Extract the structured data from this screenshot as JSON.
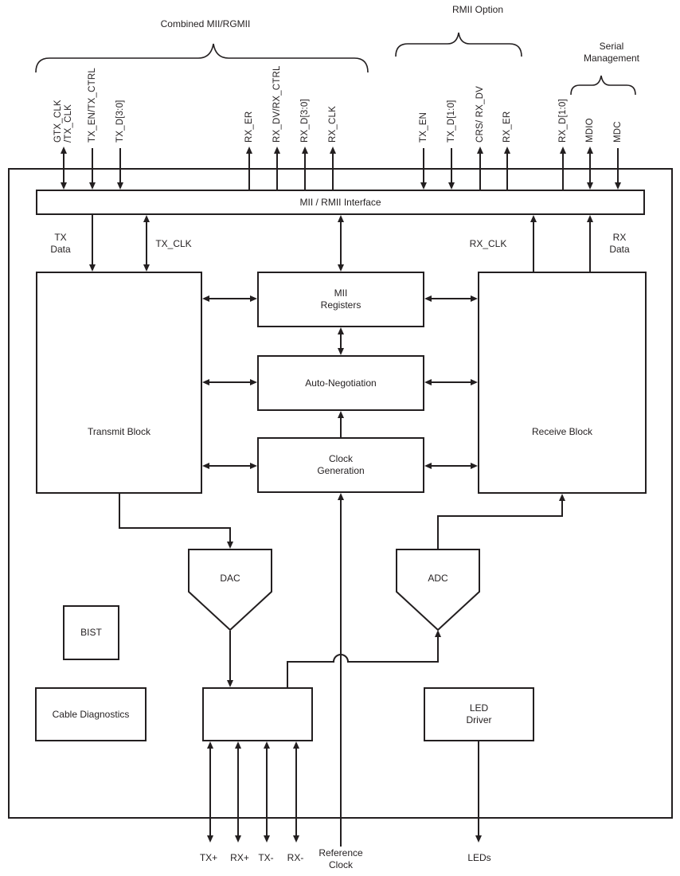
{
  "colors": {
    "ink": "#231f20",
    "background": "#ffffff"
  },
  "groups": {
    "combined_mii_rgmii": "Combined MII/RGMII",
    "rmii_option": "RMII Option",
    "serial_management": "Serial\nManagement"
  },
  "signals": [
    {
      "label": "GTX_CLK\n/TX_CLK",
      "direction": "bidirectional"
    },
    {
      "label": "TX_EN/TX_CTRL",
      "direction": "input"
    },
    {
      "label": "TX_D[3:0]",
      "direction": "input"
    },
    {
      "label": "RX_ER",
      "direction": "output"
    },
    {
      "label": "RX_DV/RX_CTRL",
      "direction": "output"
    },
    {
      "label": "RX_D[3:0]",
      "direction": "output"
    },
    {
      "label": "RX_CLK",
      "direction": "output"
    },
    {
      "label": "TX_EN",
      "direction": "input"
    },
    {
      "label": "TX_D[1:0]",
      "direction": "input"
    },
    {
      "label": "CRS/ RX_DV",
      "direction": "output"
    },
    {
      "label": "RX_ER",
      "direction": "output"
    },
    {
      "label": "RX_D[1:0]",
      "direction": "output"
    },
    {
      "label": "MDIO",
      "direction": "bidirectional"
    },
    {
      "label": "MDC",
      "direction": "input"
    }
  ],
  "blocks": {
    "interface": "MII / RMII Interface",
    "transmit": "Transmit Block",
    "receive": "Receive Block",
    "mii_registers": "MII\nRegisters",
    "auto_negotiation": "Auto-Negotiation",
    "clock_generation": "Clock\nGeneration",
    "dac": "DAC",
    "adc": "ADC",
    "bist": "BIST",
    "cable_diagnostics": "Cable Diagnostics",
    "led_driver": "LED\nDriver"
  },
  "bus_labels": {
    "tx_data": "TX\nData",
    "tx_clk": "TX_CLK",
    "rx_clk": "RX_CLK",
    "rx_data": "RX\nData"
  },
  "bottom_labels": {
    "tx_plus": "TX+",
    "rx_plus": "RX+",
    "tx_minus": "TX-",
    "rx_minus": "RX-",
    "reference_clock": "Reference\nClock",
    "leds": "LEDs"
  }
}
